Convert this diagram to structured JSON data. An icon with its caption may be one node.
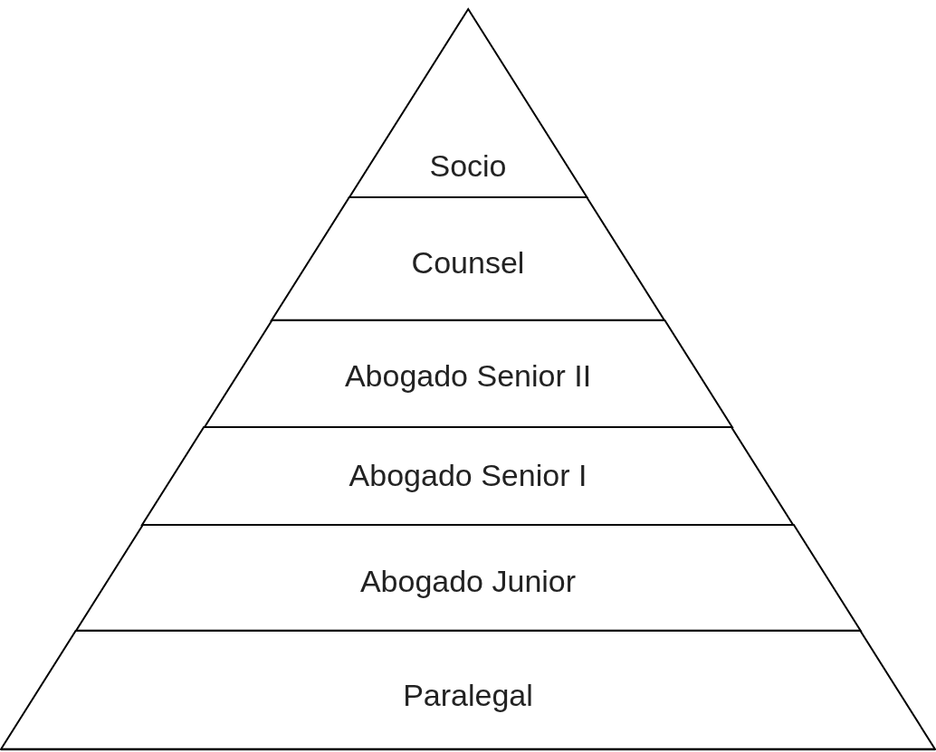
{
  "diagram": {
    "nodes": [
      {
        "text": [
          "Socio"
        ]
      },
      {
        "text": [
          "Counsel"
        ]
      },
      {
        "text": [
          "Abogado Senior II"
        ]
      },
      {
        "text": [
          "Abogado Senior I"
        ]
      },
      {
        "text": [
          "Abogado Junior"
        ]
      },
      {
        "text": [
          "Paralegal"
        ]
      }
    ]
  }
}
